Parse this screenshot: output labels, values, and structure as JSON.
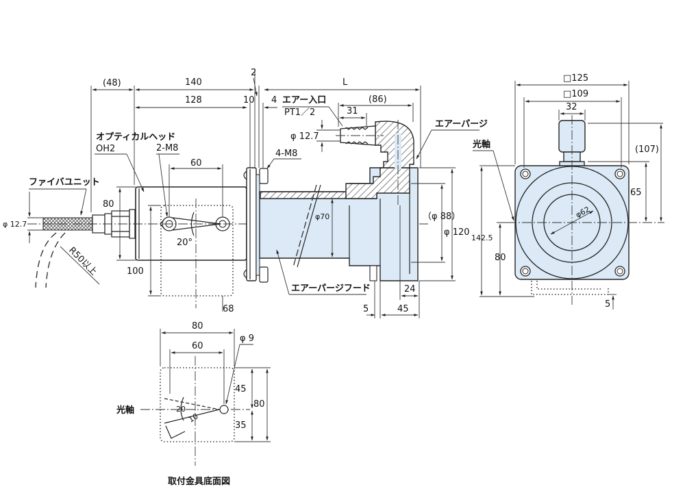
{
  "drawing": {
    "side_view": {
      "dims": {
        "d48": "(48)",
        "d140": "140",
        "d128": "128",
        "d10": "10",
        "d2": "2",
        "d4": "4",
        "dL": "L",
        "d86": "(86)",
        "d31": "31",
        "d60": "60",
        "d80": "80",
        "d100": "100",
        "d68": "68",
        "d5": "5",
        "d45": "45",
        "d24": "24",
        "phi127_fiber": "φ 12.7",
        "phi127_inlet": "φ 12.7",
        "phi70": "φ70",
        "phi88": "（φ 88）",
        "phi120": "φ 120",
        "angle20": "20°",
        "r50": "R50以上"
      },
      "labels": {
        "optical_head": "オプティカルヘッド",
        "oh2": "OH2",
        "m8_2": "2-M8",
        "m8_4": "4-M8",
        "fiber_unit": "ファイバユニット",
        "air_inlet": "エアー入口",
        "pt12": "PT1／2",
        "air_purge": "エアーパージ",
        "air_purge_hood": "エアーパージフード"
      }
    },
    "front_view": {
      "dims": {
        "sq125": "□125",
        "sq109": "□109",
        "d32": "32",
        "d107": "(107)",
        "d65": "65",
        "d1425": "142.5",
        "d80": "80",
        "d5": "5",
        "phi62": "φ62"
      },
      "labels": {
        "optical_axis": "光軸"
      }
    },
    "bottom_view": {
      "dims": {
        "d80w": "80",
        "d60": "60",
        "phi9": "φ 9",
        "d45": "45",
        "d80h": "80",
        "d35": "35",
        "a20": "20",
        "a10": "10"
      },
      "labels": {
        "optical_axis": "光軸",
        "caption": "取付金具底面図"
      }
    }
  }
}
